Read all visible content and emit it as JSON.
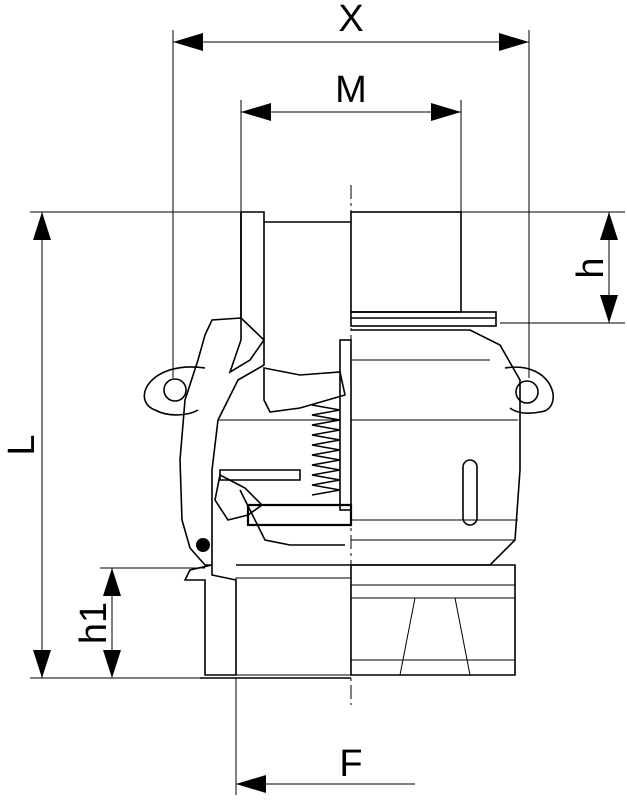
{
  "dimensions": {
    "X": "X",
    "M": "M",
    "L": "L",
    "h": "h",
    "h1": "h1",
    "F": "F"
  }
}
